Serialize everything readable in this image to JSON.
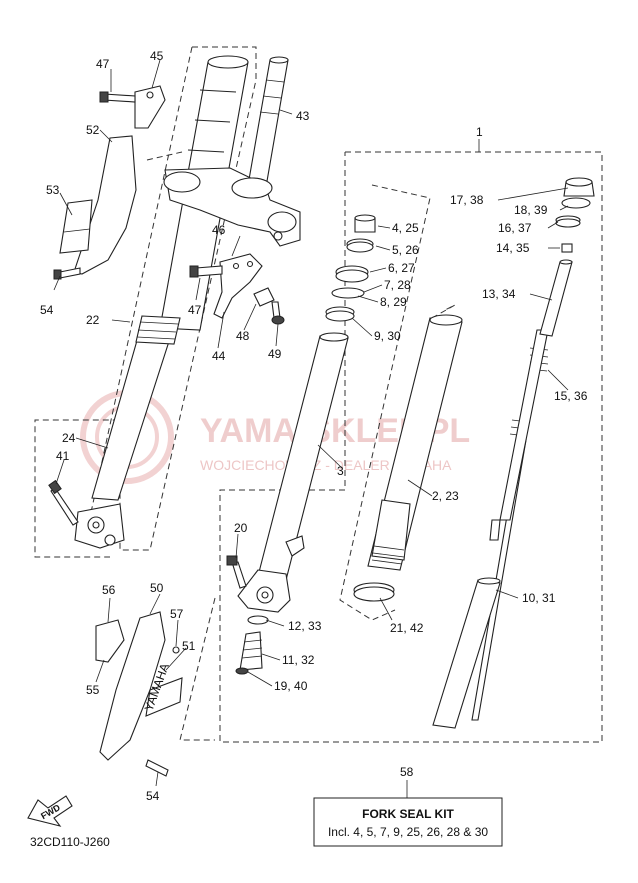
{
  "watermark": {
    "brand": "YAMA-SKLEP.PL",
    "tagline": "WOJCIECHOWICZ - DEALER YAMAHA"
  },
  "callouts": {
    "c1": "1",
    "c2": "2, 23",
    "c3": "3",
    "c4": "4, 25",
    "c5": "5, 26",
    "c6": "6, 27",
    "c7": "7, 28",
    "c8": "8, 29",
    "c9": "9, 30",
    "c10": "10, 31",
    "c11": "11, 32",
    "c12": "12, 33",
    "c13": "13, 34",
    "c14": "14, 35",
    "c15": "15, 36",
    "c16": "16, 37",
    "c17": "17, 38",
    "c18": "18, 39",
    "c19": "19, 40",
    "c20": "20",
    "c21": "21, 42",
    "c22": "22",
    "c24": "24",
    "c41": "41",
    "c43": "43",
    "c44": "44",
    "c45": "45",
    "c46": "46",
    "c47a": "47",
    "c47b": "47",
    "c48": "48",
    "c49": "49",
    "c50": "50",
    "c51": "51",
    "c52": "52",
    "c53": "53",
    "c54a": "54",
    "c54b": "54",
    "c55": "55",
    "c56": "56",
    "c57": "57",
    "c58": "58"
  },
  "guard_logo": "YAMAHA",
  "kit": {
    "title": "FORK SEAL KIT",
    "contents": "Incl. 4, 5, 7, 9, 25, 26, 28 & 30"
  },
  "fwd_label": "FWD",
  "diagram_code": "32CD110-J260"
}
